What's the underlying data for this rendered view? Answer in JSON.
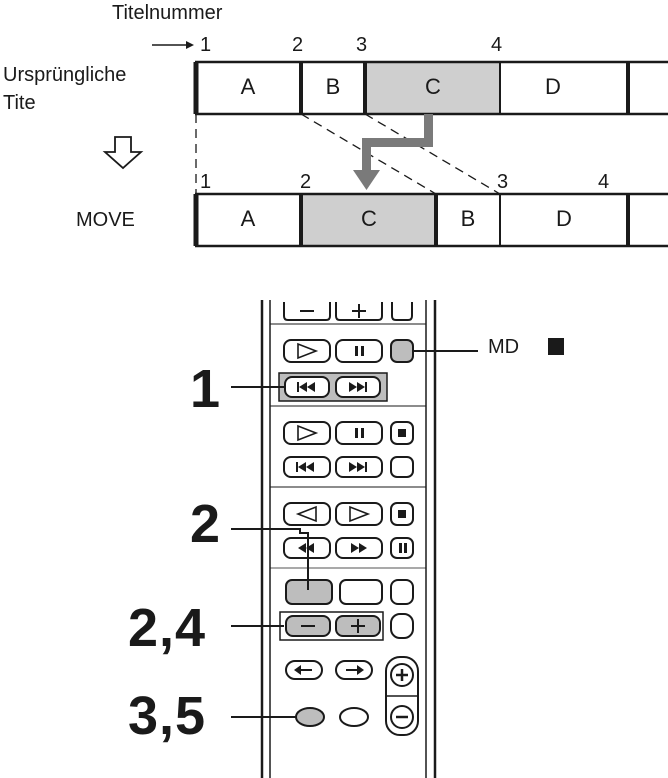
{
  "diagram": {
    "title_label": "Titelnummer",
    "original_label_line1": "Ursprüngliche",
    "original_label_line2": "Tite",
    "move_label": "MOVE",
    "original_numbers": [
      "1",
      "2",
      "3",
      "4"
    ],
    "original_tracks": [
      "A",
      "B",
      "C",
      "D"
    ],
    "move_numbers": [
      "1",
      "2",
      "3",
      "4"
    ],
    "move_tracks": [
      "A",
      "C",
      "B",
      "D"
    ],
    "highlight_color": "#cfcfcf"
  },
  "remote": {
    "callouts": [
      "1",
      "2",
      "2,4",
      "3,5"
    ],
    "md_label": "MD",
    "stop_icon": "stop-square-icon"
  }
}
